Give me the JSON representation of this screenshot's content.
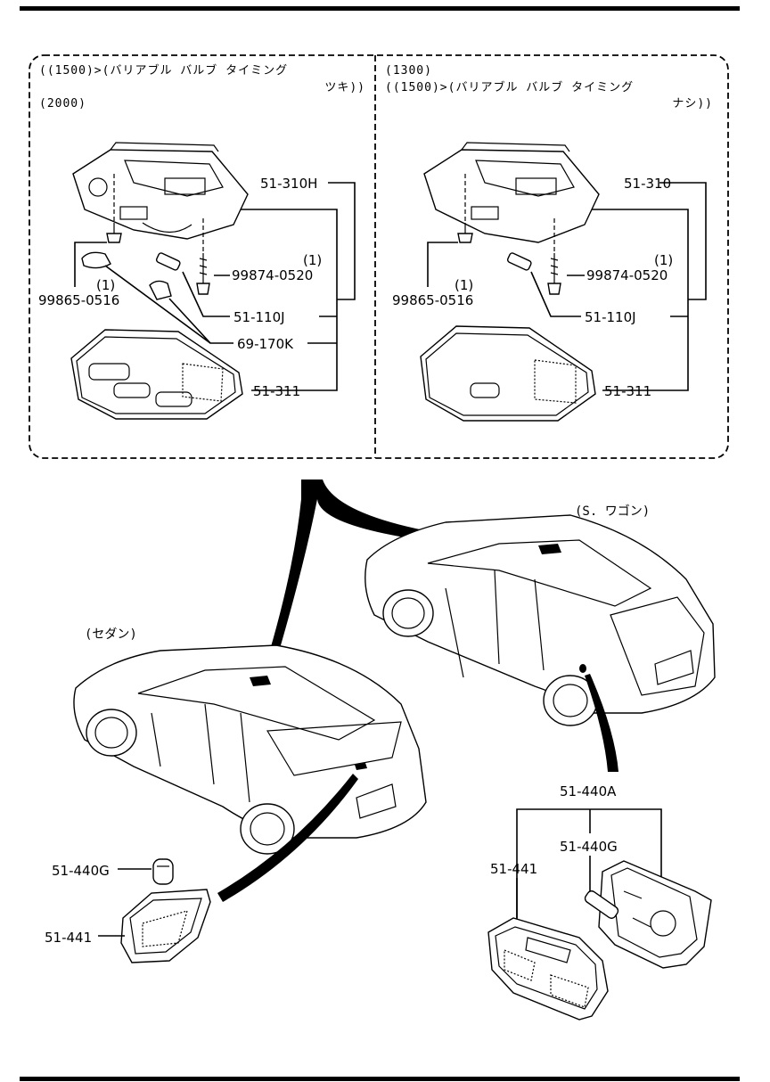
{
  "headers": {
    "left_line1": "((1500)>(バリアブル バルブ タイミング",
    "left_line2": "ツキ))",
    "left_line3": "(2000)",
    "right_line1": "(1300)",
    "right_line2": "((1500)>(バリアブル バルブ タイミング",
    "right_line3": "ナシ))"
  },
  "left_parts": {
    "p1": "51-310H",
    "q1": "(1)",
    "p2": "99874-0520",
    "p3": "51-110J",
    "p4": "69-170K",
    "p5": "51-311",
    "q2": "(1)",
    "p6": "99865-0516"
  },
  "right_parts": {
    "p1": "51-310",
    "q1": "(1)",
    "p2": "99874-0520",
    "p3": "51-110J",
    "p5": "51-311",
    "q2": "(1)",
    "p6": "99865-0516"
  },
  "vehicles": {
    "wagon": "(S. ワゴン)",
    "sedan": "(セダン)"
  },
  "lower_parts": {
    "a": "51-440A",
    "g_right": "51-440G",
    "l_right": "51-441",
    "g_left": "51-440G",
    "l_left": "51-441"
  }
}
